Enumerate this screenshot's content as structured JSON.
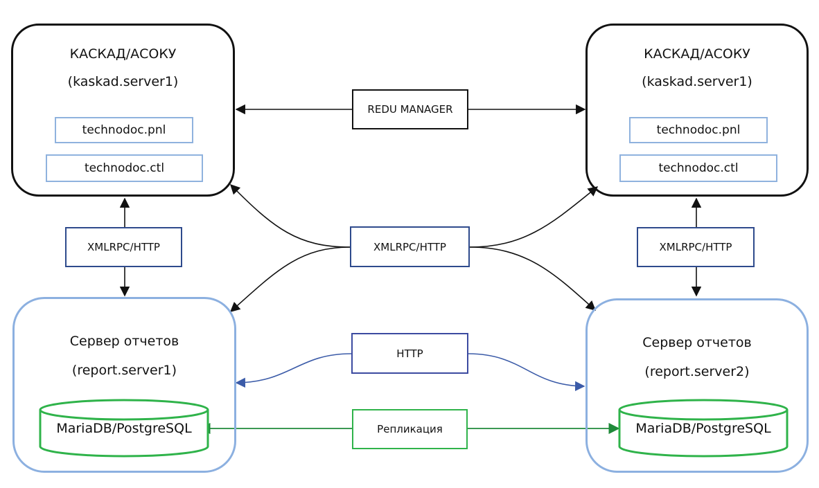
{
  "left_server": {
    "title": "КАСКАД/АСОКУ",
    "host": "(kaskad.server1)",
    "files": [
      "technodoc.pnl",
      "technodoc.ctl"
    ]
  },
  "right_server": {
    "title": "КАСКАД/АСОКУ",
    "host": "(kaskad.server1)",
    "files": [
      "technodoc.pnl",
      "technodoc.ctl"
    ]
  },
  "left_report": {
    "title": "Сервер отчетов",
    "host": "(report.server1)",
    "db": "MariaDB/PostgreSQL"
  },
  "right_report": {
    "title": "Сервер отчетов",
    "host": "(report.server2)",
    "db": "MariaDB/PostgreSQL"
  },
  "connections": {
    "redu": "REDU MANAGER",
    "xmlrpc_left": "XMLRPC/HTTP",
    "xmlrpc_center": "XMLRPC/HTTP",
    "xmlrpc_right": "XMLRPC/HTTP",
    "http": "HTTP",
    "replication": "Репликация"
  },
  "colors": {
    "server_border": "#111111",
    "report_border": "#8cb0e0",
    "file_border": "#8fb2de",
    "xmlrpc_border": "#2e4a8c",
    "http_line": "#3b5ba8",
    "replication_line": "#1f8a3a",
    "db_stroke": "#2fb34a"
  }
}
